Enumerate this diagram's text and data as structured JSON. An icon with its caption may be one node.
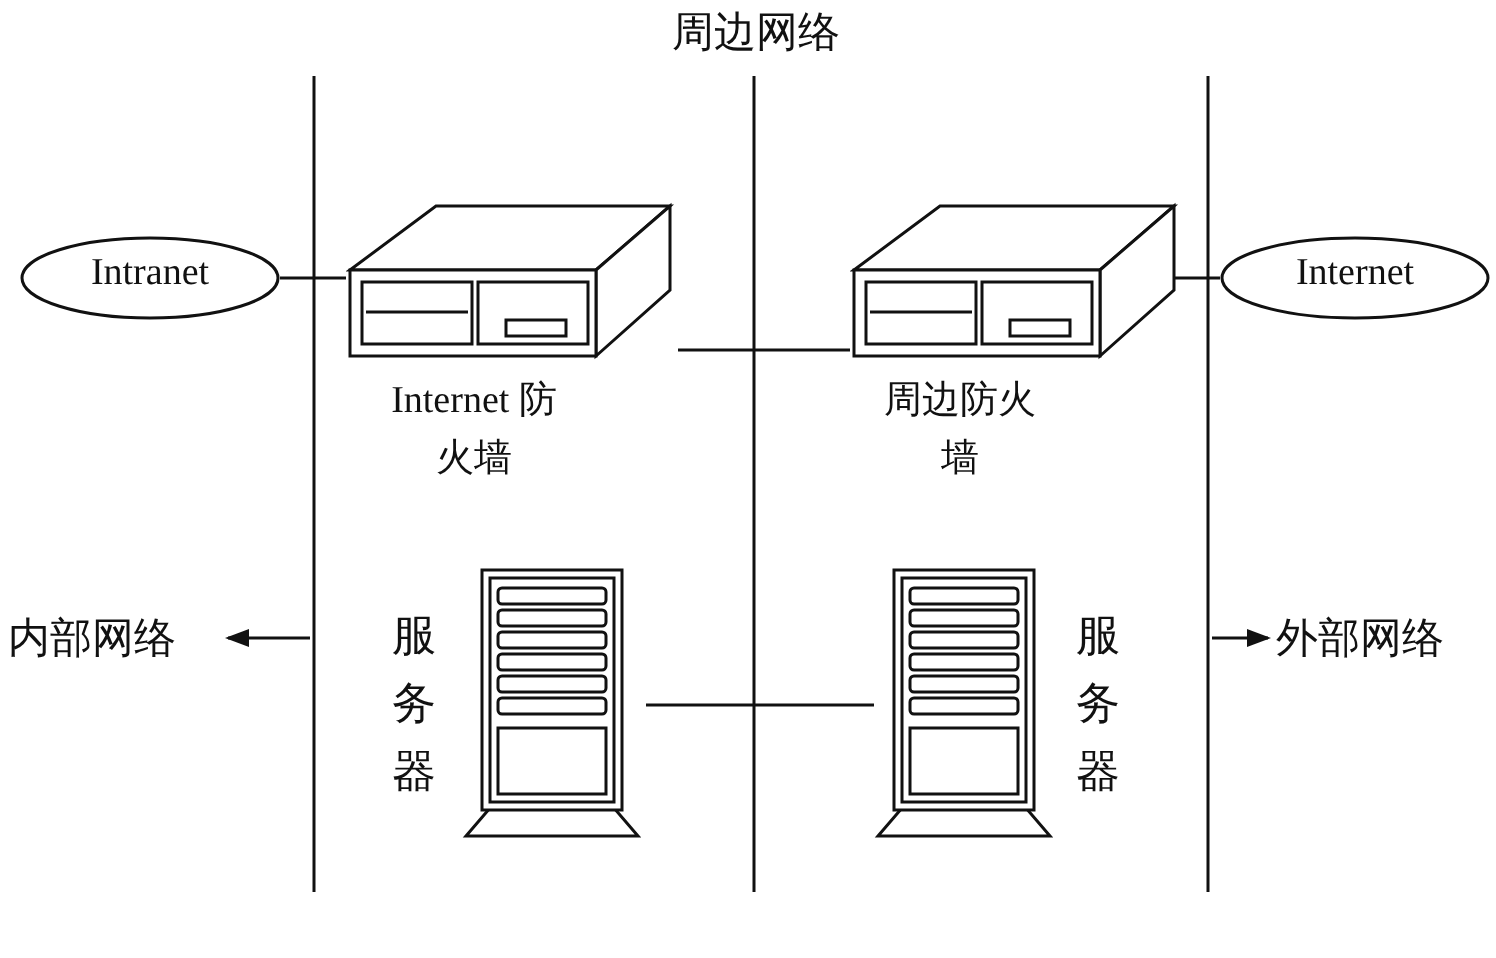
{
  "diagram": {
    "nodes": [
      {
        "text": [
          "Intranet"
        ]
      },
      {
        "text": [
          "Internet 防火墙"
        ]
      },
      {
        "text": [
          "周边防火墙"
        ]
      },
      {
        "text": [],
        "shape": "server",
        "beside": [
          "服务器"
        ]
      },
      {
        "text": [],
        "shape": "server",
        "beside": [
          "服务器"
        ]
      },
      {
        "text": [
          "Internet"
        ]
      }
    ],
    "edges": [
      {
        "from": 0,
        "to": 1,
        "arrow": "none"
      },
      {
        "from": 1,
        "to": 2,
        "arrow": "none"
      },
      {
        "from": 2,
        "to": 5,
        "arrow": "none"
      },
      {
        "from": 3,
        "to": 4,
        "arrow": "none"
      }
    ],
    "labels": [
      "周边网络",
      "内部网络",
      "外部网络"
    ]
  }
}
